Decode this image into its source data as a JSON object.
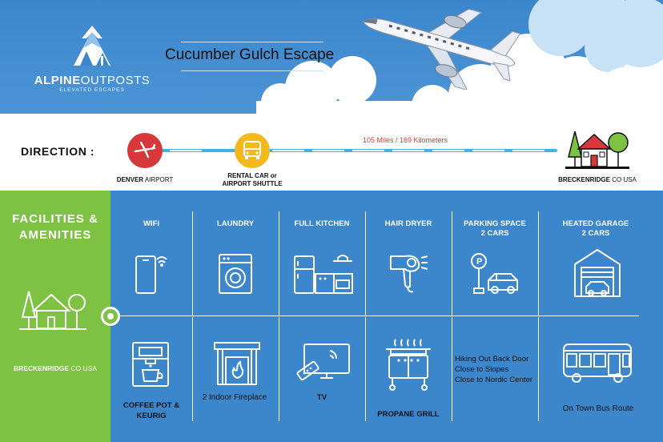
{
  "header": {
    "title": "Cucumber Gulch Escape",
    "logo": {
      "word_bold": "ALPINE",
      "word_thin": "OUTPOSTS",
      "tagline": "ELEVATED ESCAPES"
    }
  },
  "direction": {
    "label": "DIRECTION :",
    "distance": "105 Miles / 169 Kilometers",
    "start": {
      "bold": "DENVER",
      "rest": " AIRPORT",
      "icon": "airplane-icon"
    },
    "middle": {
      "line1": "RENTAL CAR or",
      "line2": "AIRPORT SHUTTLE",
      "icon": "car-icon"
    },
    "end": {
      "bold": "BRECKENRIDGE",
      "rest": " CO USA",
      "icon": "house-icon"
    }
  },
  "sidebar": {
    "title_line1": "FACILITIES &",
    "title_line2": "AMENITIES",
    "location_bold": "BRECKENRIDGE",
    "location_rest": " CO USA"
  },
  "amenities": {
    "wifi": {
      "title": "WIFI",
      "icon": "phone-wifi-icon"
    },
    "laundry": {
      "title": "LAUNDRY",
      "icon": "washing-machine-icon"
    },
    "kitchen": {
      "title": "FULL KITCHEN",
      "icon": "kitchen-icon"
    },
    "hairdryer": {
      "title": "HAIR DRYER",
      "icon": "hair-dryer-icon"
    },
    "parking": {
      "line1": "PARKING SPACE",
      "line2": "2 CARS",
      "icon": "parking-icon"
    },
    "garage": {
      "line1": "HEATED GARAGE",
      "line2": "2 CARS",
      "icon": "garage-icon"
    },
    "coffee": {
      "line1": "COFFEE POT &",
      "line2": "KEURIG",
      "icon": "coffee-maker-icon"
    },
    "fireplace": {
      "label": "2 Indoor Fireplace",
      "icon": "fireplace-icon"
    },
    "tv": {
      "label": "TV",
      "icon": "tv-icon"
    },
    "grill": {
      "label": "PROPANE GRILL",
      "icon": "grill-icon"
    },
    "hiking": {
      "line1": "Hiking Out Back Door",
      "line2": "Close to Slopes",
      "line3": "Close to Nordic Center"
    },
    "bus": {
      "label": "On Town Bus Route",
      "icon": "bus-icon"
    }
  },
  "colors": {
    "header_blue": "#3c86cc",
    "green": "#7dc242",
    "route_blue": "#3fb3e8",
    "airport_red": "#d9383a",
    "shuttle_yellow": "#f3b81c"
  }
}
